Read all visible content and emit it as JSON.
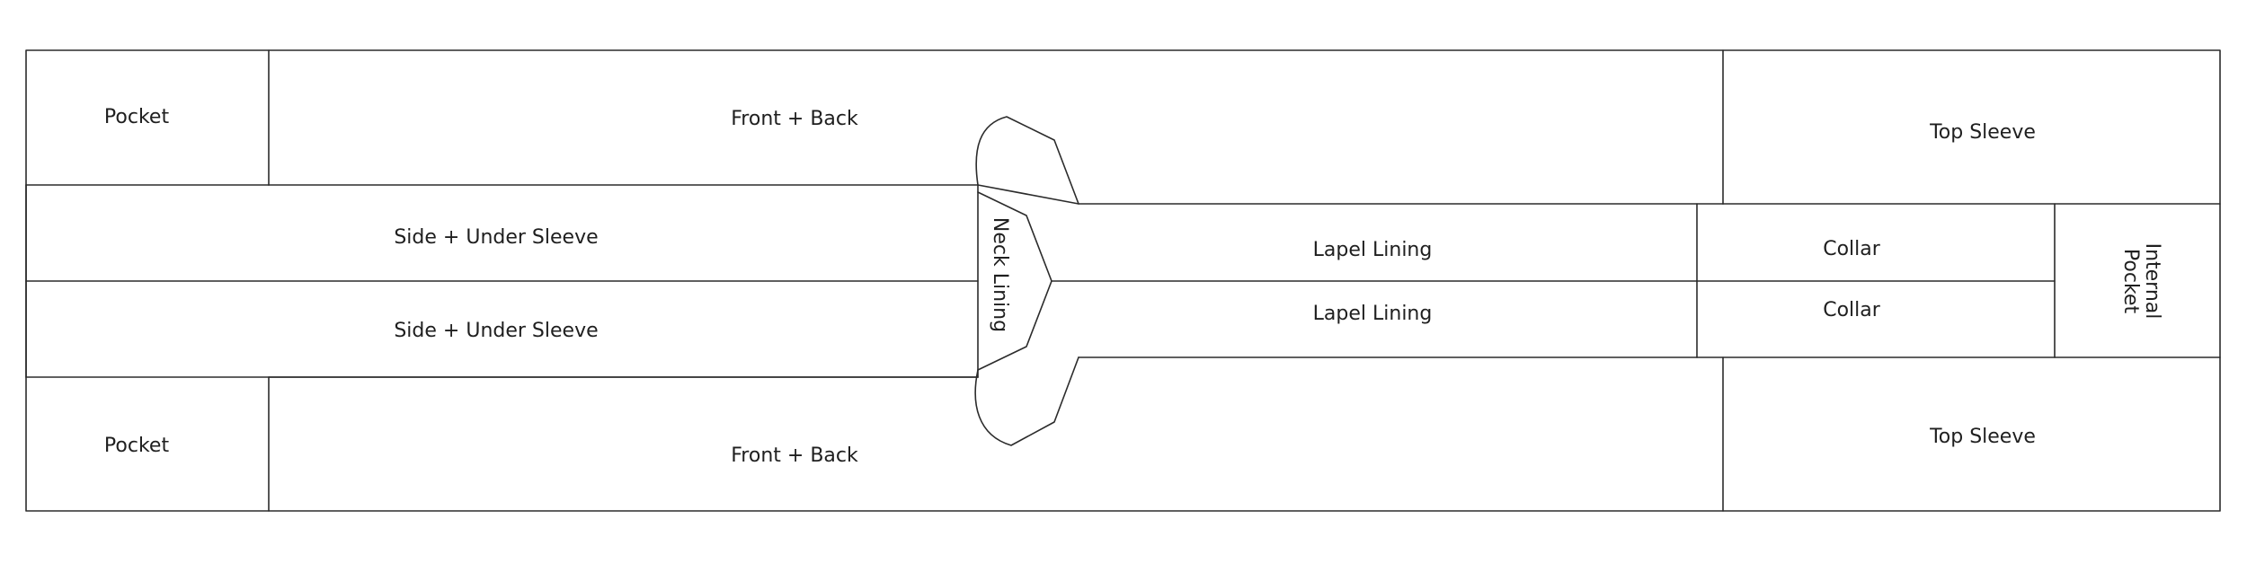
{
  "pieces": {
    "pocket_top": "Pocket",
    "front_back_top": "Front + Back",
    "top_sleeve_top": "Top Sleeve",
    "side_under_sleeve_1": "Side + Under Sleeve",
    "side_under_sleeve_2": "Side + Under Sleeve",
    "neck_lining": "Neck Lining",
    "lapel_lining_1": "Lapel Lining",
    "lapel_lining_2": "Lapel Lining",
    "collar_1": "Collar",
    "collar_2": "Collar",
    "internal_pocket_line1": "Internal",
    "internal_pocket_line2": "Pocket",
    "pocket_bottom": "Pocket",
    "front_back_bottom": "Front + Back",
    "top_sleeve_bottom": "Top Sleeve"
  }
}
